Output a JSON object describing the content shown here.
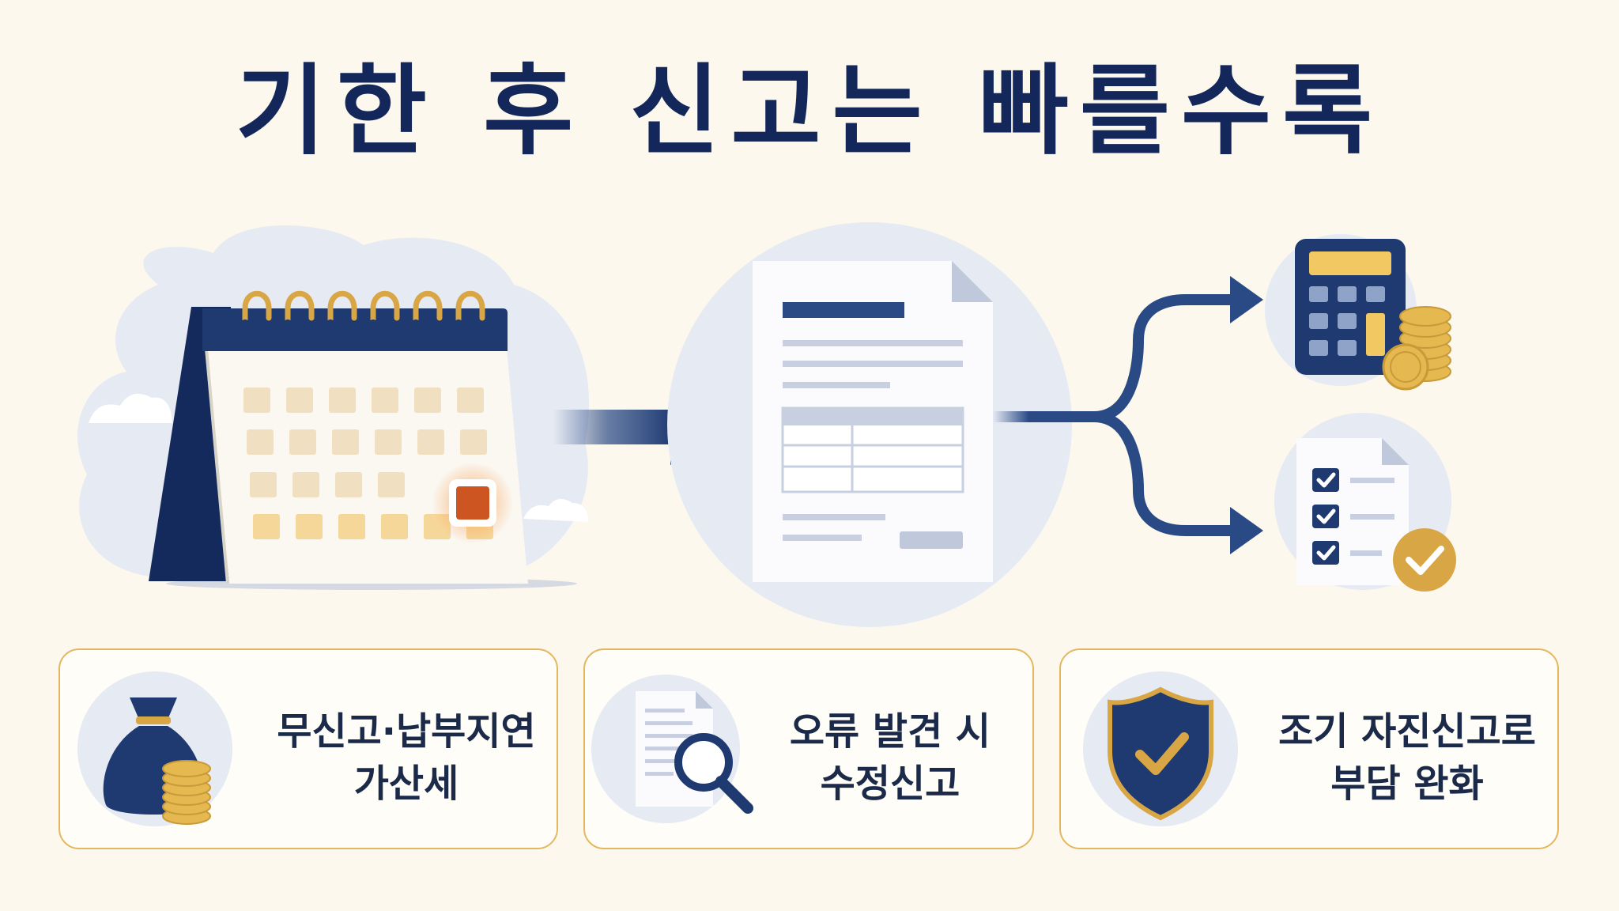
{
  "title": "기한 후 신고는 빠를수록",
  "cards": [
    {
      "line1": "무신고·납부지연",
      "line2": "가산세",
      "icon": "money-bag-icon"
    },
    {
      "line1": "오류 발견 시",
      "line2": "수정신고",
      "icon": "document-search-icon"
    },
    {
      "line1": "조기 자진신고로",
      "line2": "부담 완화",
      "icon": "shield-check-icon"
    }
  ],
  "colors": {
    "navy": "#1e3a70",
    "gold": "#e2b45a",
    "background": "#fcf8ee",
    "deadline": "#cc5522"
  },
  "icons": [
    "calendar-icon",
    "document-form-icon",
    "calculator-coins-icon",
    "checklist-icon",
    "arrow-right-icon",
    "branch-arrow-icon"
  ]
}
